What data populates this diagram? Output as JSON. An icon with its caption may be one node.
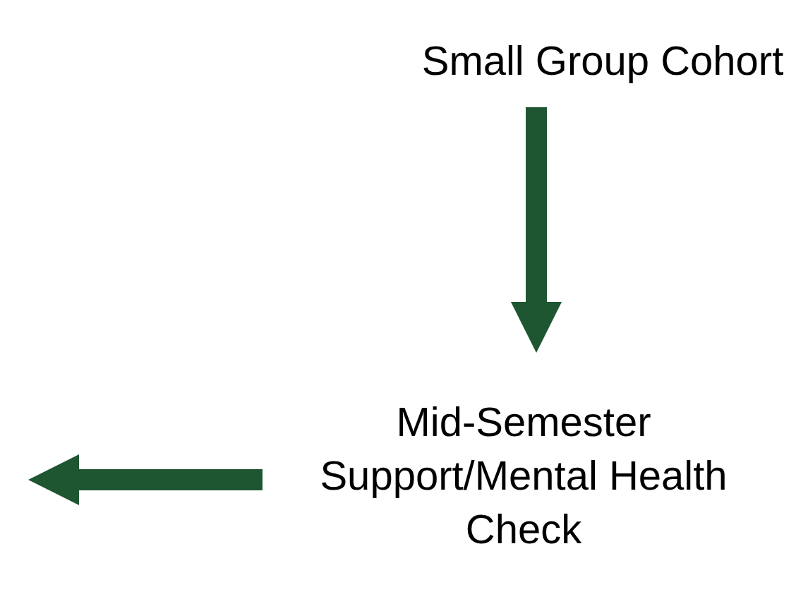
{
  "diagram": {
    "nodes": [
      {
        "text": [
          "Small Group Cohort"
        ]
      },
      {
        "text": [
          "Mid-Semester Support/Mental Health Check"
        ]
      }
    ],
    "edges": [
      {
        "from": 0,
        "to": 1,
        "arrow": "to"
      },
      {
        "from": 1,
        "to": null,
        "arrow": "to"
      }
    ]
  }
}
